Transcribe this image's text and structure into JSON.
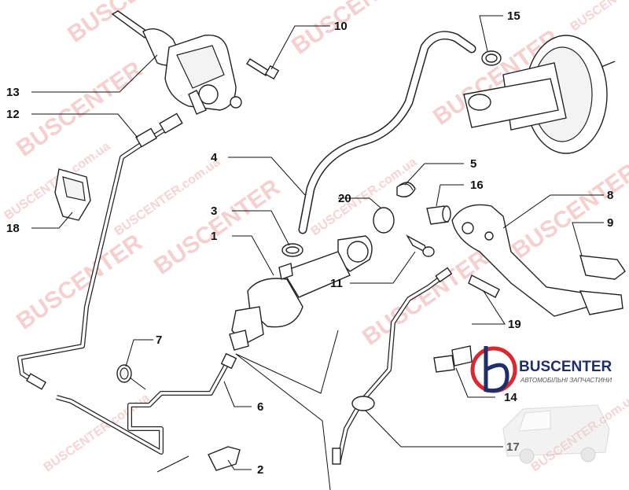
{
  "callouts": [
    {
      "id": "1"
    },
    {
      "id": "2"
    },
    {
      "id": "3"
    },
    {
      "id": "4"
    },
    {
      "id": "5"
    },
    {
      "id": "6"
    },
    {
      "id": "7"
    },
    {
      "id": "8"
    },
    {
      "id": "9"
    },
    {
      "id": "10"
    },
    {
      "id": "11"
    },
    {
      "id": "12"
    },
    {
      "id": "13"
    },
    {
      "id": "14"
    },
    {
      "id": "15"
    },
    {
      "id": "16"
    },
    {
      "id": "17"
    },
    {
      "id": "18"
    },
    {
      "id": "19"
    },
    {
      "id": "20"
    }
  ],
  "watermark": {
    "large": "BUSCENTER",
    "small": "BUSCENTER.com.ua"
  },
  "logo": {
    "name": "BUSCENTER",
    "tagline": "АВТОМОБІЛЬНІ ЗАПЧАСТИНИ",
    "colors": {
      "navy": "#1f2f6b",
      "red": "#d9282f"
    }
  }
}
